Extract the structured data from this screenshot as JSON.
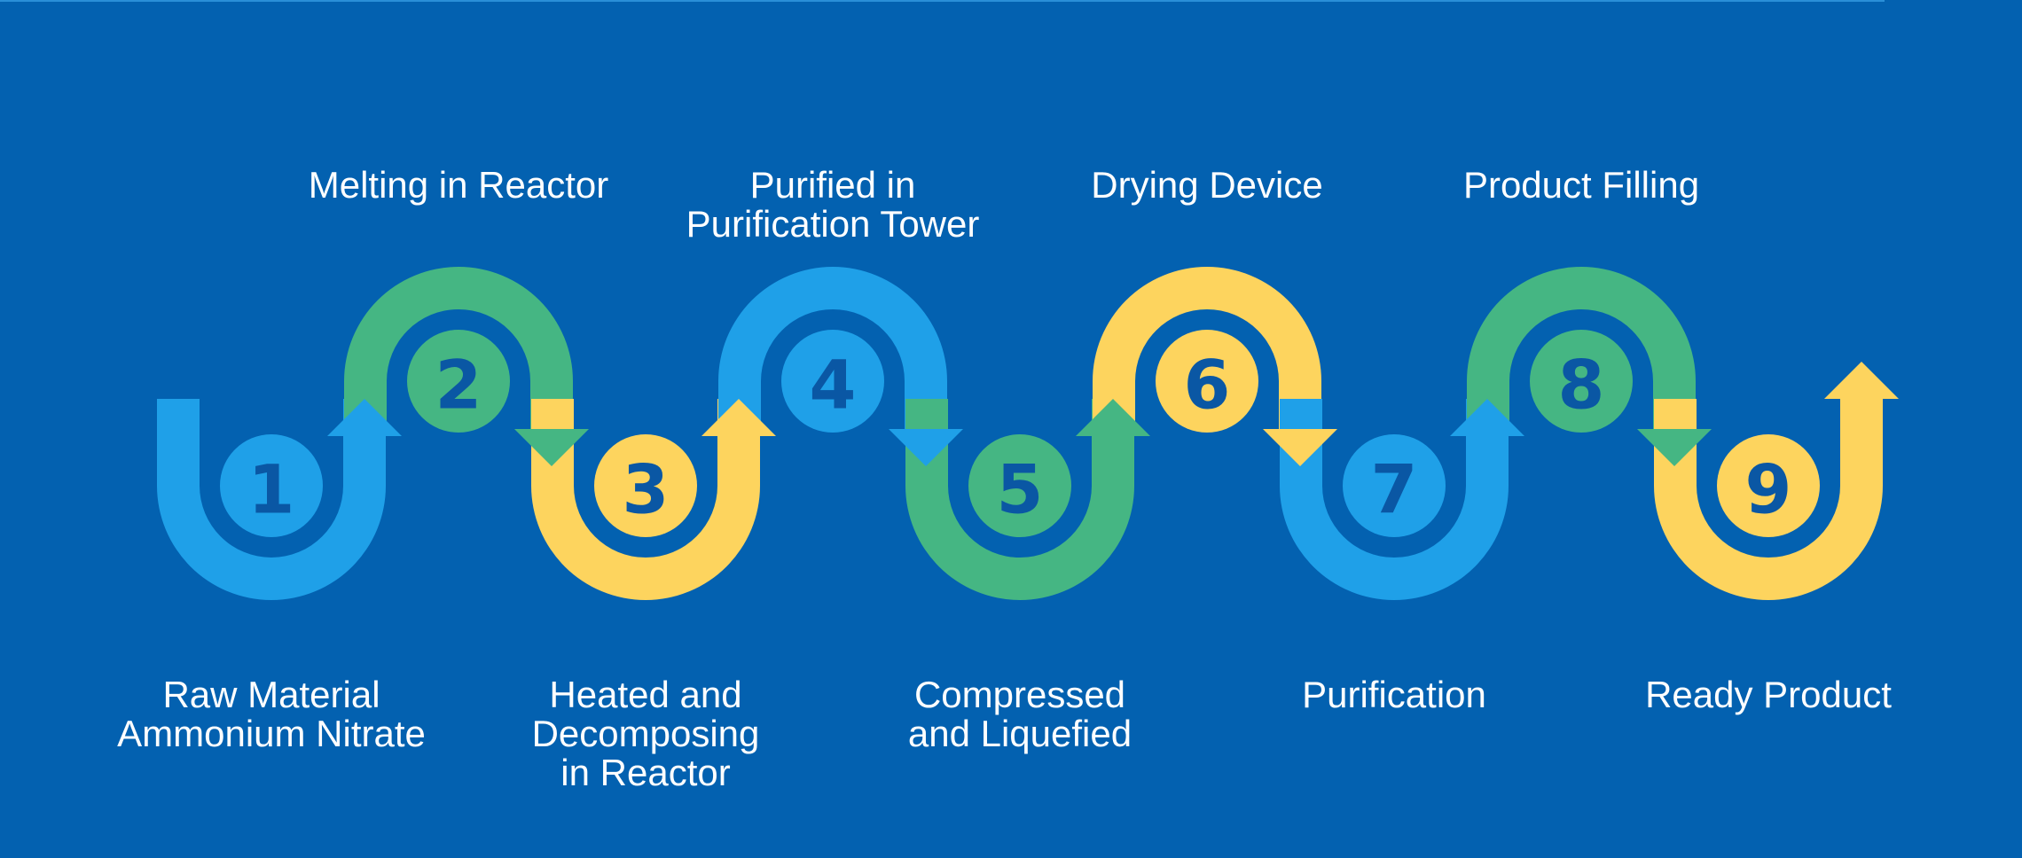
{
  "colors": {
    "background": "#0361b0",
    "blue": "#1fa0e8",
    "green": "#45b683",
    "yellow": "#fdd45e",
    "number_text": "#0a57a4",
    "label_text": "#ffffff"
  },
  "steps": [
    {
      "number": "1",
      "color": "blue",
      "lines": [
        "Raw Material",
        "Ammonium Nitrate"
      ]
    },
    {
      "number": "2",
      "color": "green",
      "lines": [
        "Melting in Reactor"
      ]
    },
    {
      "number": "3",
      "color": "yellow",
      "lines": [
        "Heated and",
        "Decomposing",
        "in Reactor"
      ]
    },
    {
      "number": "4",
      "color": "blue",
      "lines": [
        "Purified in",
        "Purification Tower"
      ]
    },
    {
      "number": "5",
      "color": "green",
      "lines": [
        "Compressed",
        "and Liquefied"
      ]
    },
    {
      "number": "6",
      "color": "yellow",
      "lines": [
        "Drying Device"
      ]
    },
    {
      "number": "7",
      "color": "blue",
      "lines": [
        "Purification"
      ]
    },
    {
      "number": "8",
      "color": "green",
      "lines": [
        "Product Filling"
      ]
    },
    {
      "number": "9",
      "color": "yellow",
      "lines": [
        "Ready Product"
      ]
    }
  ]
}
